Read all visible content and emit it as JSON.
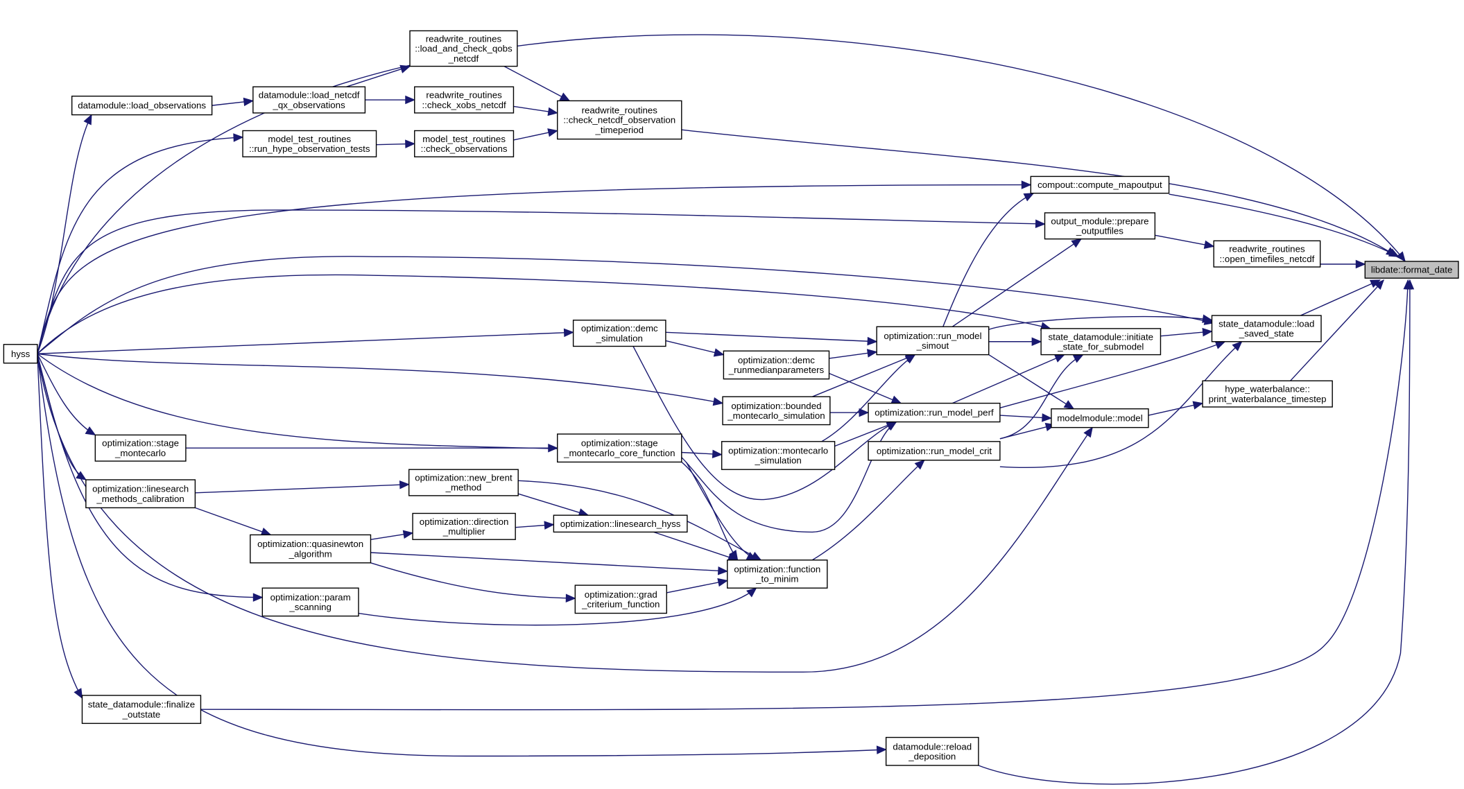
{
  "diagram": {
    "type": "call-graph",
    "nodes": [
      {
        "id": "format_date",
        "lines": [
          "libdate::format_date"
        ],
        "highlight": true
      },
      {
        "id": "hyss",
        "lines": [
          "hyss"
        ]
      },
      {
        "id": "load_observations",
        "lines": [
          "datamodule::load_observations"
        ]
      },
      {
        "id": "load_netcdf_qx",
        "lines": [
          "datamodule::load_netcdf",
          "_qx_observations"
        ]
      },
      {
        "id": "load_and_check_qobs",
        "lines": [
          "readwrite_routines",
          "::load_and_check_qobs",
          "_netcdf"
        ]
      },
      {
        "id": "check_xobs",
        "lines": [
          "readwrite_routines",
          "::check_xobs_netcdf"
        ]
      },
      {
        "id": "check_netcdf_obs",
        "lines": [
          "readwrite_routines",
          "::check_netcdf_observation",
          "_timeperiod"
        ]
      },
      {
        "id": "run_hype_obs_tests",
        "lines": [
          "model_test_routines",
          "::run_hype_observation_tests"
        ]
      },
      {
        "id": "check_observations",
        "lines": [
          "model_test_routines",
          "::check_observations"
        ]
      },
      {
        "id": "compute_mapoutput",
        "lines": [
          "compout::compute_mapoutput"
        ]
      },
      {
        "id": "prepare_outputfiles",
        "lines": [
          "output_module::prepare",
          "_outputfiles"
        ]
      },
      {
        "id": "open_timefiles",
        "lines": [
          "readwrite_routines",
          "::open_timefiles_netcdf"
        ]
      },
      {
        "id": "load_saved_state",
        "lines": [
          "state_datamodule::load",
          "_saved_state"
        ]
      },
      {
        "id": "initiate_state",
        "lines": [
          "state_datamodule::initiate",
          "_state_for_submodel"
        ]
      },
      {
        "id": "run_model_simout",
        "lines": [
          "optimization::run_model",
          "_simout"
        ]
      },
      {
        "id": "demc_simulation",
        "lines": [
          "optimization::demc",
          "_simulation"
        ]
      },
      {
        "id": "demc_runmedian",
        "lines": [
          "optimization::demc",
          "_runmedianparameters"
        ]
      },
      {
        "id": "bounded_mc",
        "lines": [
          "optimization::bounded",
          "_montecarlo_simulation"
        ]
      },
      {
        "id": "run_model_perf",
        "lines": [
          "optimization::run_model_perf"
        ]
      },
      {
        "id": "modelmodule_model",
        "lines": [
          "modelmodule::model"
        ]
      },
      {
        "id": "print_waterbalance",
        "lines": [
          "hype_waterbalance::",
          "print_waterbalance_timestep"
        ]
      },
      {
        "id": "stage_montecarlo",
        "lines": [
          "optimization::stage",
          "_montecarlo"
        ]
      },
      {
        "id": "stage_mc_core",
        "lines": [
          "optimization::stage",
          "_montecarlo_core_function"
        ]
      },
      {
        "id": "montecarlo_sim",
        "lines": [
          "optimization::montecarlo",
          "_simulation"
        ]
      },
      {
        "id": "run_model_crit",
        "lines": [
          "optimization::run_model_crit"
        ]
      },
      {
        "id": "linesearch_calib",
        "lines": [
          "optimization::linesearch",
          "_methods_calibration"
        ]
      },
      {
        "id": "new_brent",
        "lines": [
          "optimization::new_brent",
          "_method"
        ]
      },
      {
        "id": "direction_multiplier",
        "lines": [
          "optimization::direction",
          "_multiplier"
        ]
      },
      {
        "id": "linesearch_hyss",
        "lines": [
          "optimization::linesearch_hyss"
        ]
      },
      {
        "id": "quasinewton",
        "lines": [
          "optimization::quasinewton",
          "_algorithm"
        ]
      },
      {
        "id": "function_to_minim",
        "lines": [
          "optimization::function",
          "_to_minim"
        ]
      },
      {
        "id": "grad_criterium",
        "lines": [
          "optimization::grad",
          "_criterium_function"
        ]
      },
      {
        "id": "param_scanning",
        "lines": [
          "optimization::param",
          "_scanning"
        ]
      },
      {
        "id": "finalize_outstate",
        "lines": [
          "state_datamodule::finalize",
          "_outstate"
        ]
      },
      {
        "id": "reload_deposition",
        "lines": [
          "datamodule::reload",
          "_deposition"
        ]
      }
    ]
  }
}
